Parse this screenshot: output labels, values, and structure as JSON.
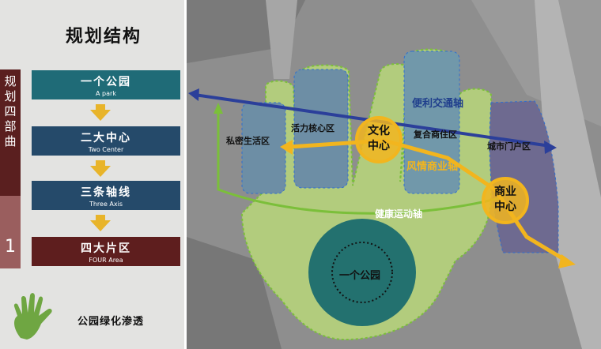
{
  "legend": {
    "title": "规划结构",
    "side_label": "规划四部曲",
    "side_number": "1",
    "steps": [
      {
        "zh": "一个公园",
        "en": "A park"
      },
      {
        "zh": "二大中心",
        "en": "Two Center"
      },
      {
        "zh": "三条轴线",
        "en": "Three Axis"
      },
      {
        "zh": "四大片区",
        "en": "FOUR Area"
      }
    ],
    "green_note": "公园绿化渗透"
  },
  "map": {
    "zones": {
      "private_living": "私密生活区",
      "vitality_core": "活力核心区",
      "mixed_commercial": "复合商住区",
      "city_gateway": "城市门户区"
    },
    "centers": {
      "culture": "文化\n中心",
      "commerce": "商业\n中心"
    },
    "axes": {
      "traffic": "便利交通轴",
      "scenic_commerce": "风情商业轴",
      "health_sport": "健康运动轴"
    },
    "park": "一个公园"
  },
  "colors": {
    "blue_axis": "#2b3f9a",
    "yellow_axis": "#f2b51e",
    "green_hand": "#b9d77a",
    "park_teal": "#23716f"
  }
}
